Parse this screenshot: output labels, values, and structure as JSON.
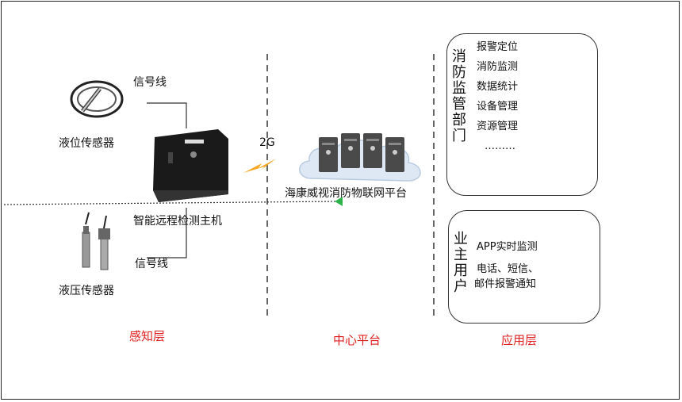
{
  "sensors": {
    "level_sensor": "液位传感器",
    "pressure_sensor": "液压传感器",
    "signal_line_top": "信号线",
    "signal_line_bottom": "信号线"
  },
  "host": {
    "label": "智能远程检测主机",
    "link": "2G"
  },
  "platform": {
    "label": "海康威视消防物联网平台"
  },
  "fire_dept": {
    "title": "消防监管部门",
    "functions": [
      "报警定位",
      "消防监测",
      "数据统计",
      "设备管理",
      "资源管理",
      "………"
    ]
  },
  "owner": {
    "title": "业主用户",
    "lines": [
      "APP实时监测",
      "电话、短信、",
      "邮件报警通知"
    ]
  },
  "layers": {
    "perception": "感知层",
    "center": "中心平台",
    "application": "应用层"
  },
  "colors": {
    "layer_label": "#e02020",
    "bolt": "#f5a623",
    "arrow": "#2db34a"
  }
}
